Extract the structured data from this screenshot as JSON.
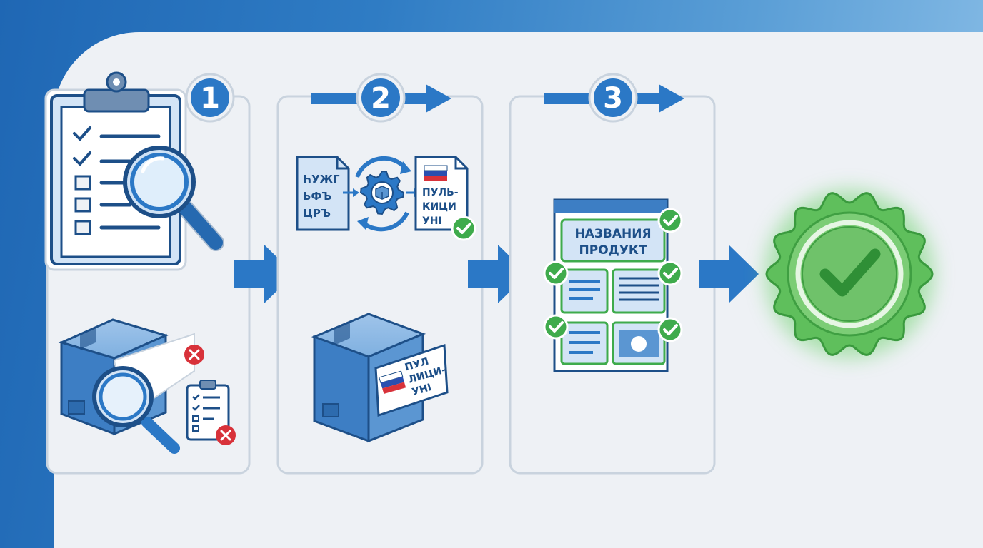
{
  "steps": [
    {
      "number": "1"
    },
    {
      "number": "2"
    },
    {
      "number": "3"
    }
  ],
  "step2": {
    "source_doc_lines": [
      "ҺУЖΓ",
      "ЬФЪ",
      "ЦРЪ"
    ],
    "target_doc_lines": [
      "ПУЛЬ-",
      "КИЦИ",
      "УНI"
    ],
    "box_label_lines": [
      "ПУЛ",
      "ЛИЦИ-",
      "УНI"
    ]
  },
  "step3": {
    "title_lines": [
      "НАЗВАНИЯ",
      "ПРОДУКТ"
    ]
  },
  "colors": {
    "primary_blue": "#2b78c6",
    "dark_blue": "#1d4f88",
    "light_blue": "#d3e4f6",
    "success_green": "#3fab4c",
    "error_red": "#d8323a",
    "panel_bg": "#eef1f5"
  },
  "icons": [
    "clipboard-checklist-icon",
    "magnifier-icon",
    "box-icon",
    "error-x-icon",
    "gear-icon",
    "document-icon",
    "flag-ru-icon",
    "checkmark-icon",
    "seal-badge-icon",
    "arrow-right-icon"
  ]
}
